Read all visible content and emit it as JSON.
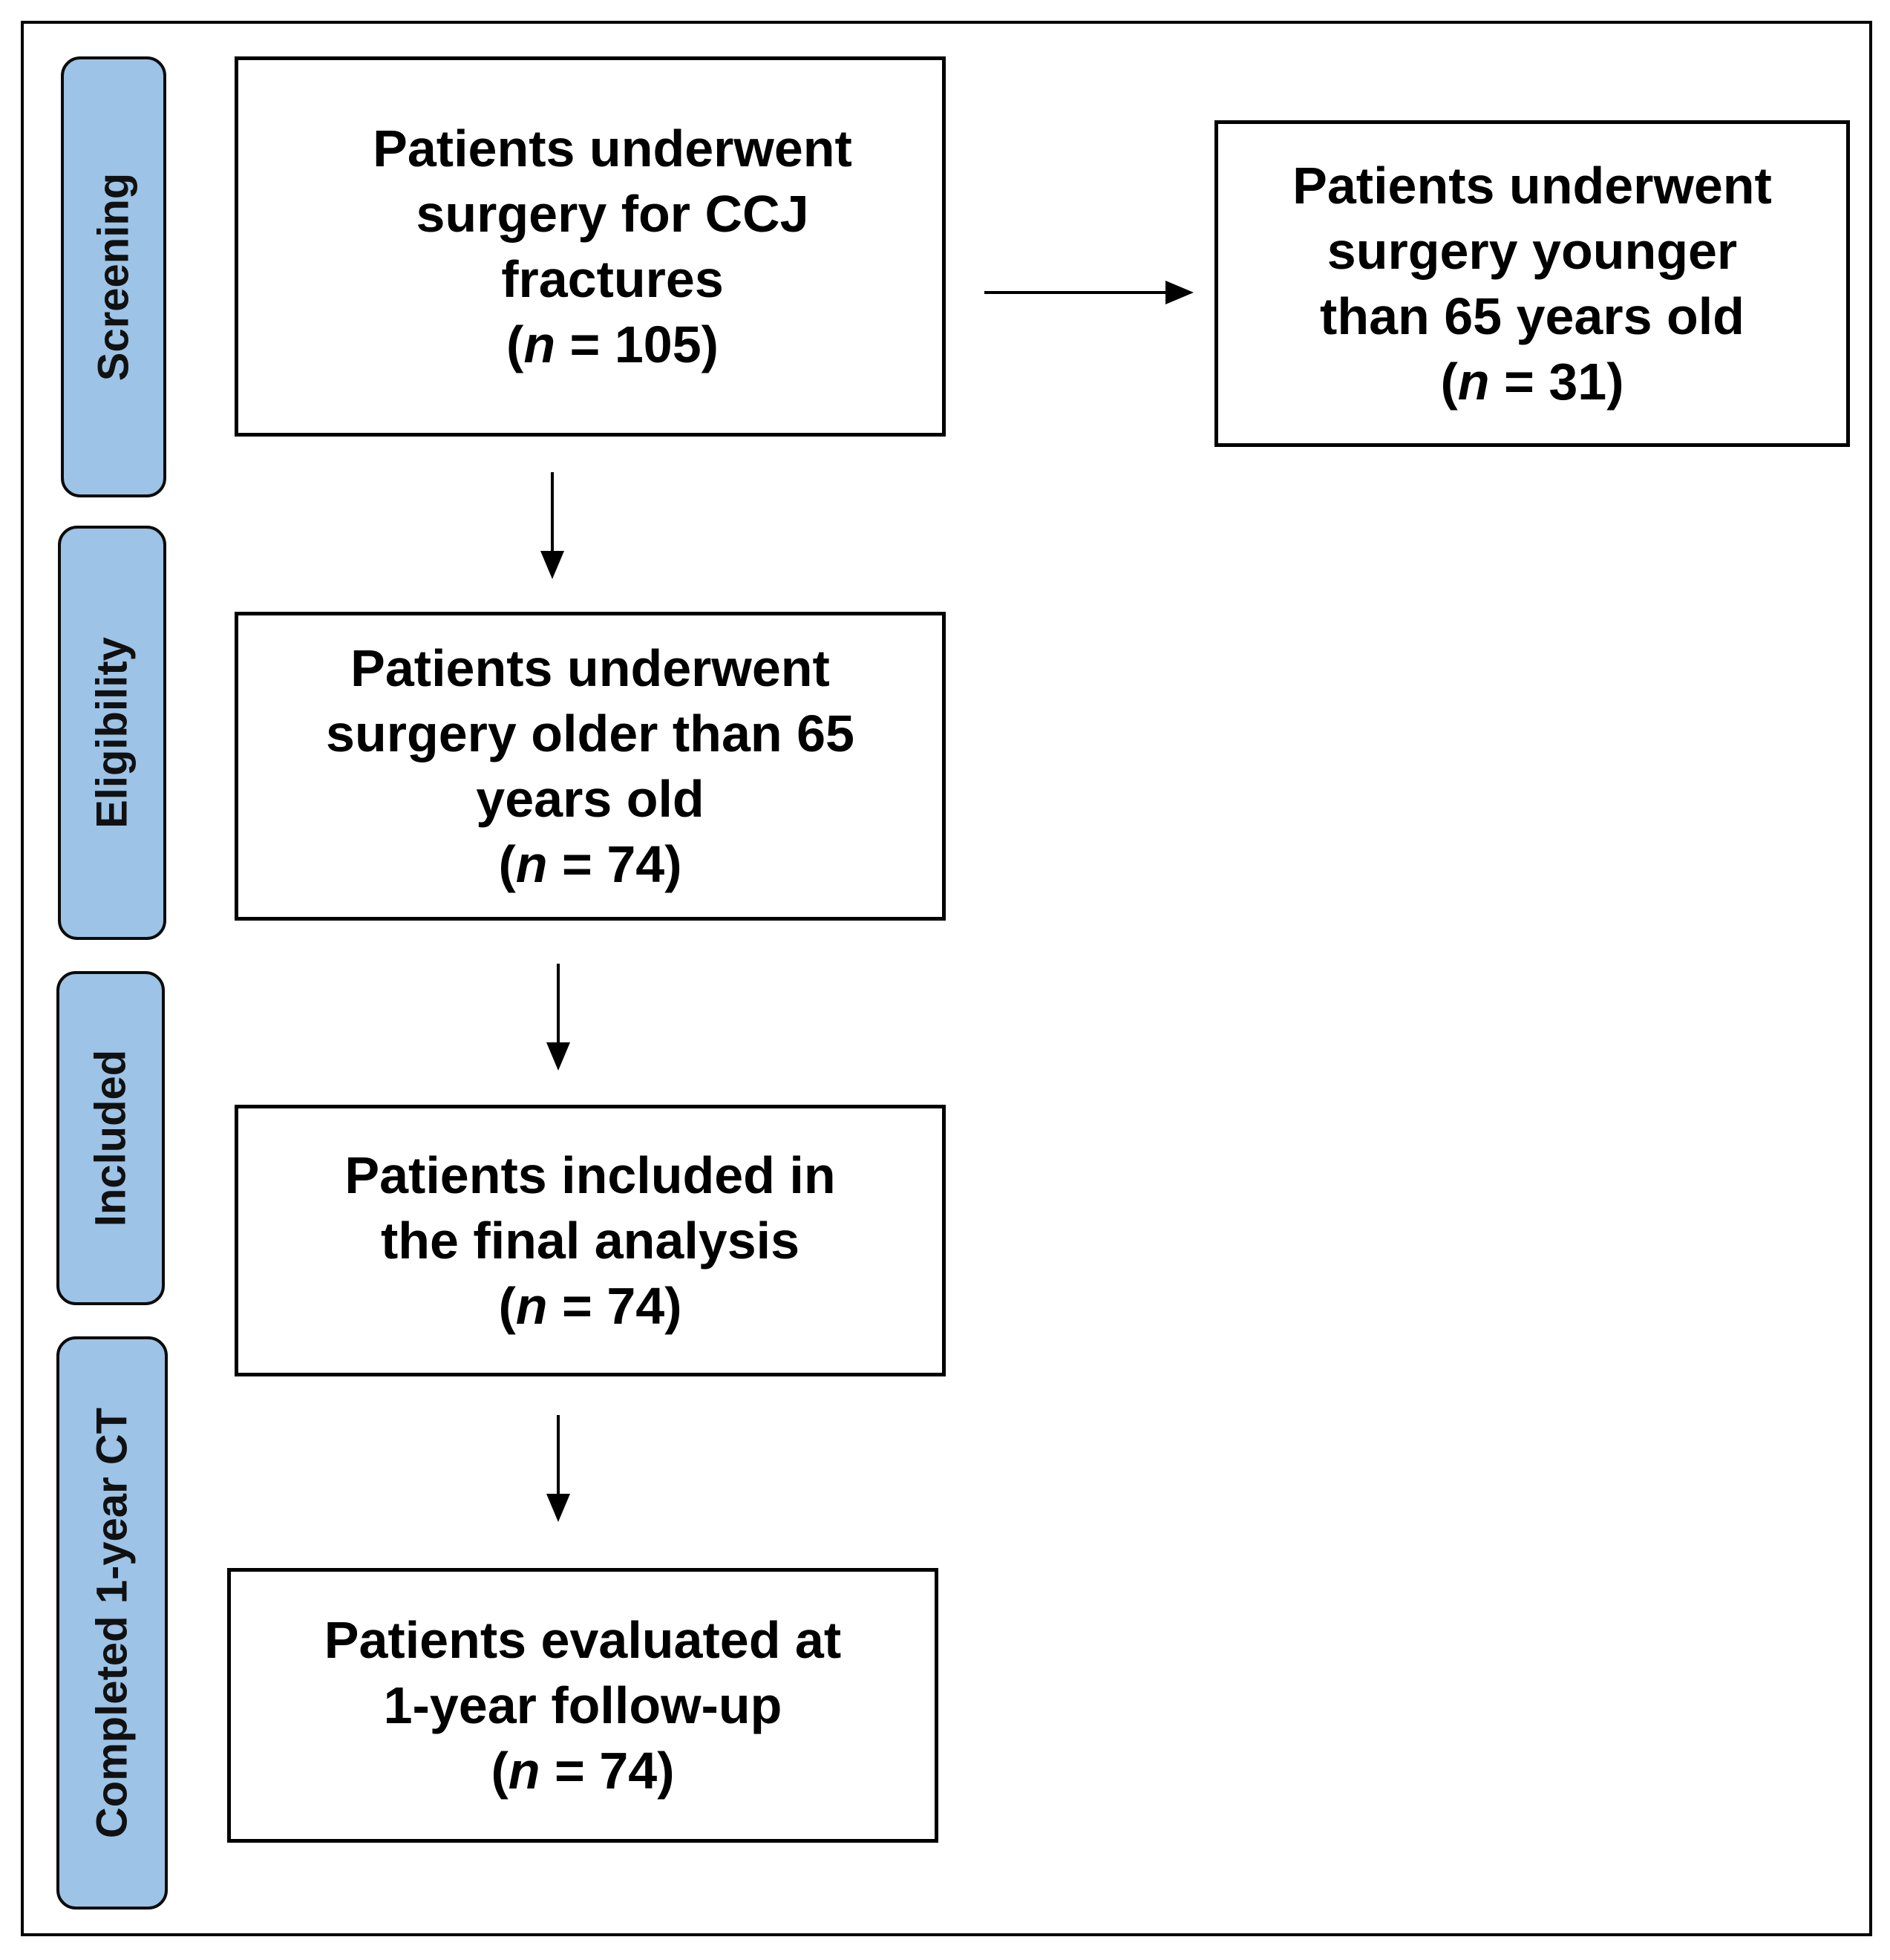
{
  "stages": [
    {
      "id": "screening",
      "label": "Screening"
    },
    {
      "id": "eligibility",
      "label": "Eligibility"
    },
    {
      "id": "included",
      "label": "Included"
    },
    {
      "id": "completed",
      "label": "Completed  1-year CT"
    }
  ],
  "boxes": {
    "screening": {
      "lines": [
        "Patients underwent",
        "surgery for CCJ",
        "fractures"
      ],
      "n_var": "n",
      "n_rest": " = 105"
    },
    "excluded": {
      "lines": [
        "Patients underwent",
        "surgery younger",
        "than 65 years old"
      ],
      "n_var": "n",
      "n_rest": " = 31"
    },
    "eligibility": {
      "lines": [
        "Patients underwent",
        "surgery older than 65",
        "years old"
      ],
      "n_var": "n",
      "n_rest": " = 74"
    },
    "included": {
      "lines": [
        "Patients included in",
        "the final analysis"
      ],
      "n_var": "n",
      "n_rest": " = 74"
    },
    "followup": {
      "lines": [
        "Patients evaluated at",
        "1-year follow-up"
      ],
      "n_var": "n",
      "n_rest": " = 74"
    }
  },
  "colors": {
    "stage_fill": "#9dc3e6",
    "border": "#000000"
  }
}
